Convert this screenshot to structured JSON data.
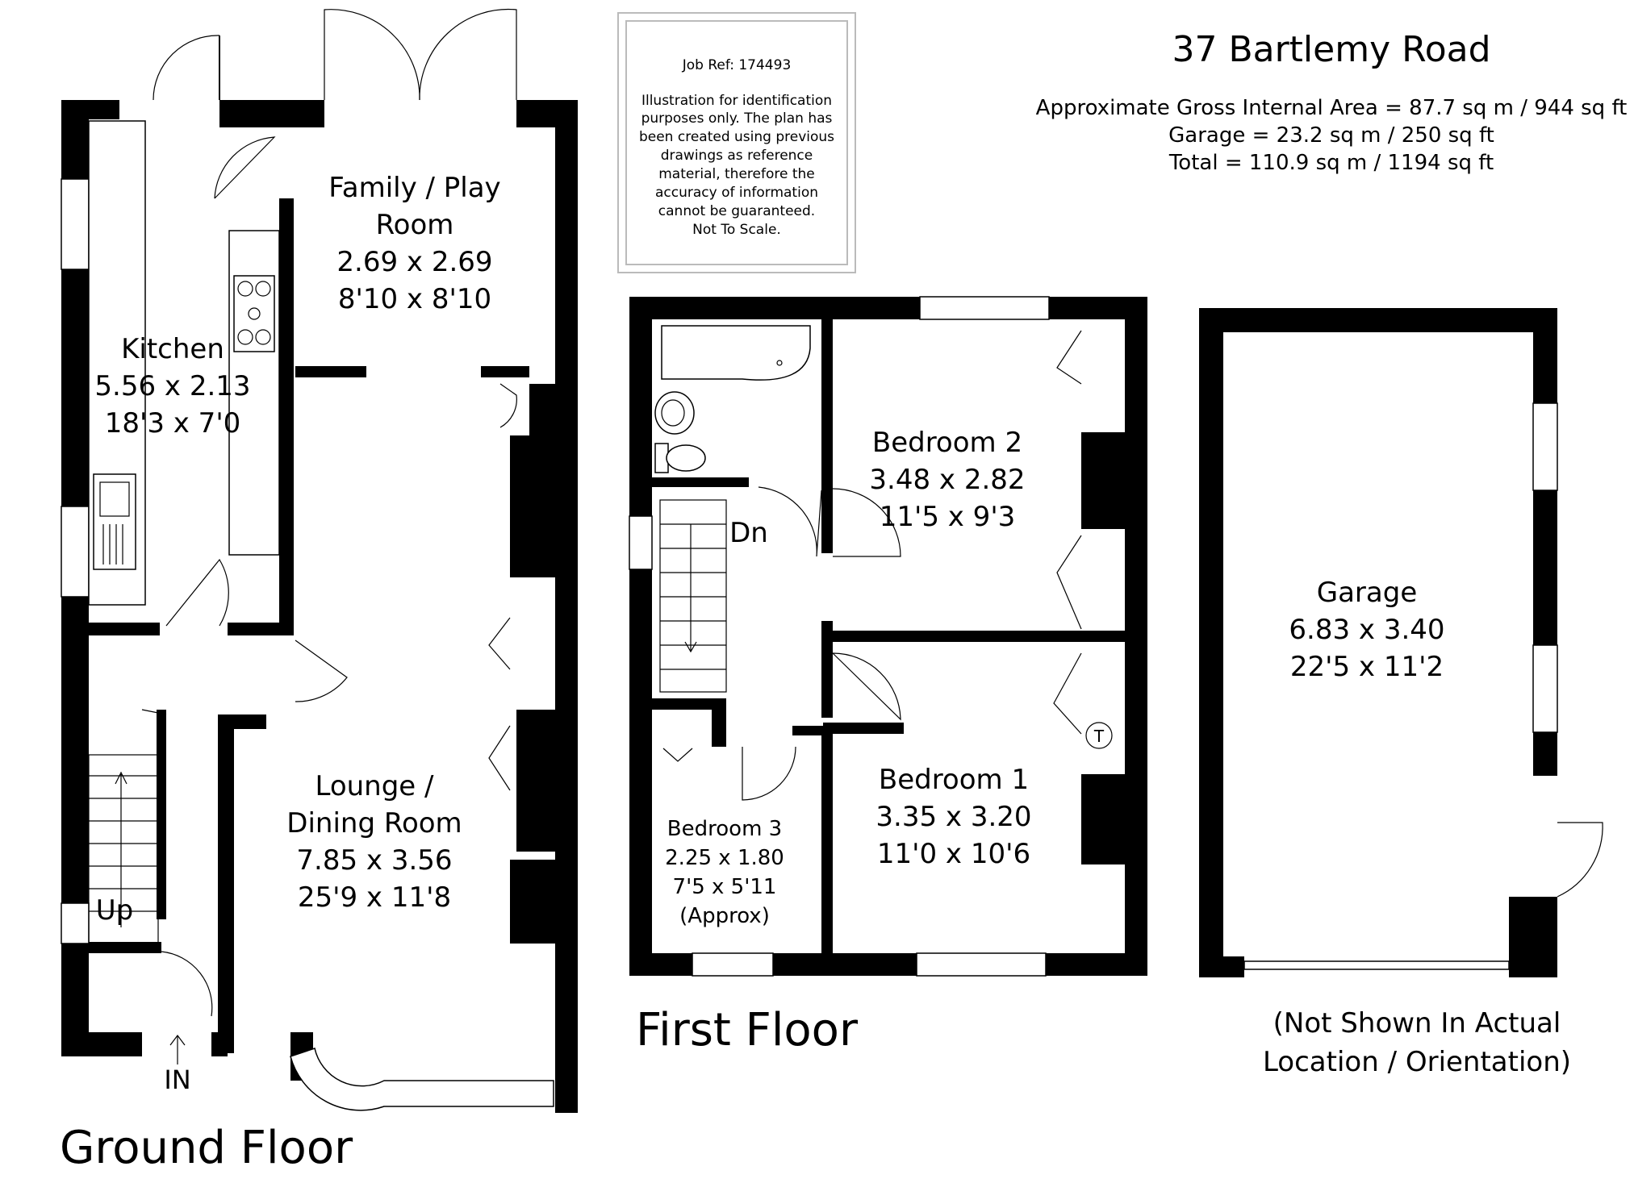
{
  "property": {
    "address": "37 Bartlemy Road",
    "area_lines": [
      "Approximate Gross Internal Area = 87.7 sq m / 944 sq ft",
      "Garage = 23.2 sq m / 250 sq ft",
      "Total = 110.9 sq m / 1194 sq ft"
    ]
  },
  "disclaimer": {
    "job_ref": "Job Ref: 174493",
    "lines": [
      "Illustration for identification",
      "purposes only. The plan has",
      "been created using previous",
      "drawings as reference",
      "material, therefore the",
      "accuracy of information",
      "cannot be guaranteed.",
      "Not To Scale."
    ]
  },
  "ground_floor": {
    "title": "Ground Floor",
    "rooms": {
      "family": {
        "name_lines": [
          "Family / Play",
          "Room"
        ],
        "metric": "2.69 x 2.69",
        "imperial": "8'10 x 8'10"
      },
      "kitchen": {
        "name_lines": [
          "Kitchen"
        ],
        "metric": "5.56 x 2.13",
        "imperial": "18'3 x 7'0"
      },
      "lounge": {
        "name_lines": [
          "Lounge /",
          "Dining Room"
        ],
        "metric": "7.85 x 3.56",
        "imperial": "25'9 x 11'8"
      }
    },
    "stair_label": "Up",
    "entrance_label": "IN"
  },
  "first_floor": {
    "title": "First Floor",
    "rooms": {
      "bedroom2": {
        "name_lines": [
          "Bedroom 2"
        ],
        "metric": "3.48 x 2.82",
        "imperial": "11'5 x 9'3"
      },
      "bedroom1": {
        "name_lines": [
          "Bedroom 1"
        ],
        "metric": "3.35 x 3.20",
        "imperial": "11'0 x 10'6"
      },
      "bedroom3": {
        "name_lines": [
          "Bedroom 3"
        ],
        "metric": "2.25 x 1.80",
        "imperial": "7'5 x 5'11",
        "note": "(Approx)"
      }
    },
    "stair_label": "Dn",
    "tank_label": "T"
  },
  "garage": {
    "name": "Garage",
    "metric": "6.83 x 3.40",
    "imperial": "22'5 x 11'2",
    "note_lines": [
      "(Not Shown In Actual",
      "Location / Orientation)"
    ]
  }
}
